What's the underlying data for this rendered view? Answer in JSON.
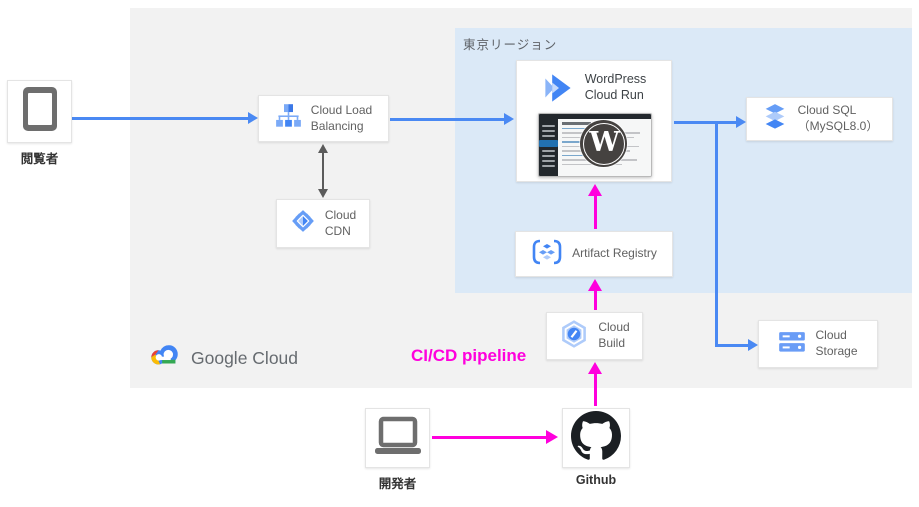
{
  "diagram": {
    "title_region": "東京リージョン",
    "pipeline_label": "CI/CD pipeline",
    "brand": "Google Cloud",
    "nodes": {
      "viewer": {
        "label": "閲覧者"
      },
      "load_balancing": {
        "line1": "Cloud Load",
        "line2": "Balancing"
      },
      "cdn": {
        "line1": "Cloud",
        "line2": "CDN"
      },
      "cloud_run": {
        "line1": "WordPress",
        "line2": "Cloud Run"
      },
      "cloud_sql": {
        "line1": "Cloud SQL",
        "line2": "（MySQL8.0）"
      },
      "artifact_registry": {
        "label": "Artifact Registry"
      },
      "cloud_build": {
        "line1": "Cloud",
        "line2": "Build"
      },
      "cloud_storage": {
        "line1": "Cloud",
        "line2": "Storage"
      },
      "developer": {
        "label": "開発者"
      },
      "github": {
        "label": "Github"
      },
      "wordpress_logo_letter": "W"
    },
    "colors": {
      "blue_arrow": "#4a89f3",
      "magenta_arrow": "#ff00dd",
      "gray_arrow": "#5b5b5b",
      "region_bg": "#dbe9f7",
      "canvas_bg": "#f2f2f2"
    }
  }
}
